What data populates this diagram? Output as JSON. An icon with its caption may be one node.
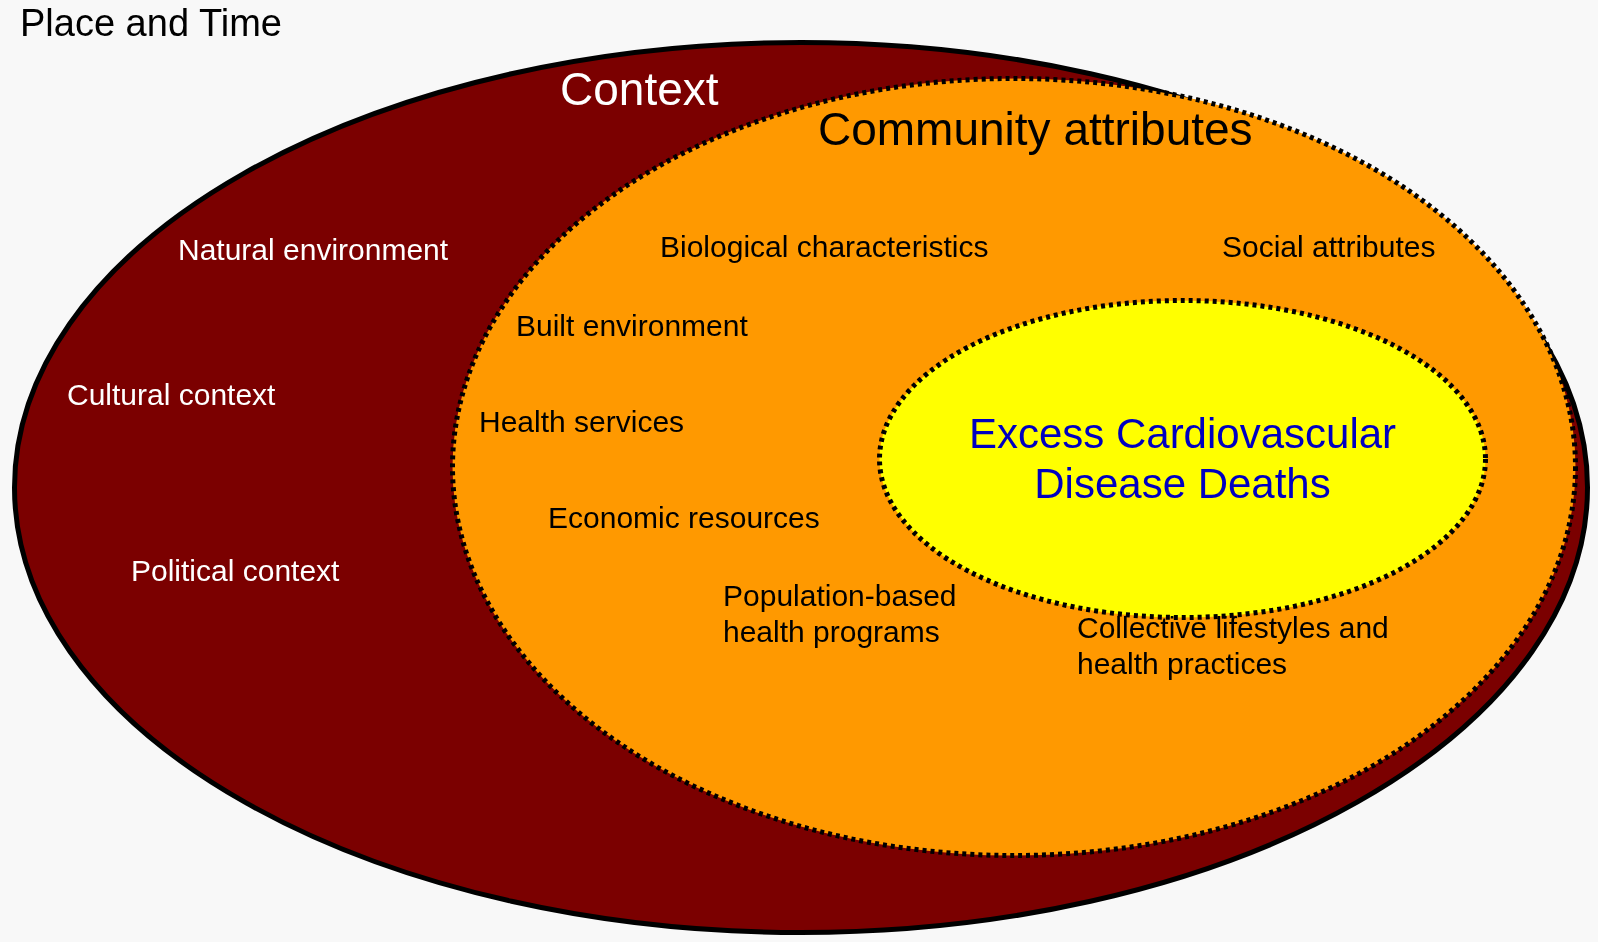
{
  "diagram": {
    "title": "Place and Time",
    "nodes": [
      {
        "text": [
          "Context",
          "Natural environment",
          "Cultural context",
          "Political context"
        ]
      },
      {
        "text": [
          "Community attributes",
          "Biological characteristics",
          "Social attributes",
          "Built environment",
          "Health services",
          "Economic resources",
          "Population-based health programs",
          "Collective lifestyles and health practices"
        ],
        "in": 0
      },
      {
        "text": [
          "Excess Cardiovascular Disease Deaths"
        ],
        "in": 1
      }
    ],
    "edges": []
  }
}
